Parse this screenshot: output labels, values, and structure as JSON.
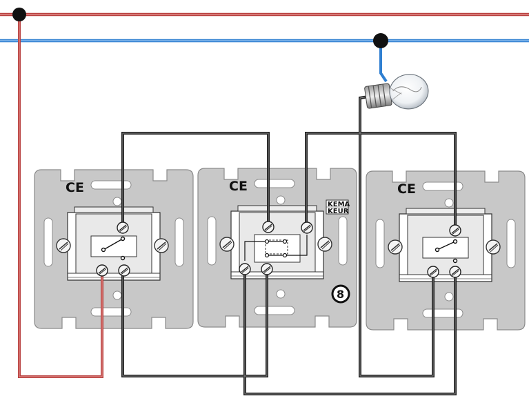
{
  "diagram": {
    "colors": {
      "live": "#b8403f",
      "neutral": "#2f7fd1",
      "switch_wire": "#1c1c1c",
      "plate": "#c8c8c8",
      "plate_edge": "#8a8a8a",
      "mechanism": "#e9e9e9"
    },
    "plates": [
      {
        "id": "switch-left",
        "mark": "CE",
        "type": "two-way"
      },
      {
        "id": "switch-middle",
        "mark": "CE",
        "type": "intermediate",
        "certification": [
          "KEMA",
          "KEUR"
        ]
      },
      {
        "id": "switch-right",
        "mark": "CE",
        "type": "two-way"
      }
    ],
    "lamp": {
      "icon": "light-bulb-icon"
    }
  }
}
